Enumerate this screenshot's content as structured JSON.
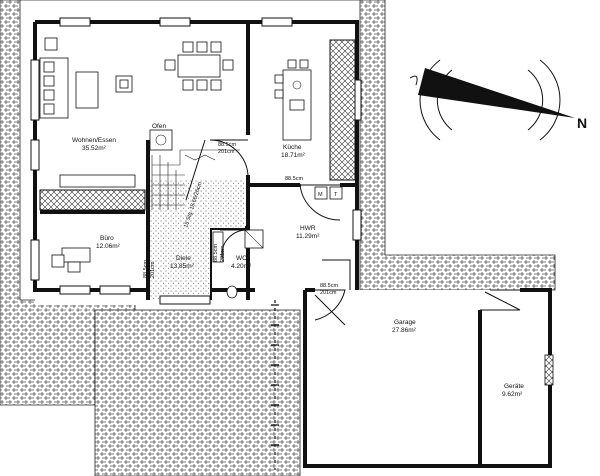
{
  "rooms": {
    "wohnen": {
      "name": "Wohnen/Essen",
      "area": "35.52m²"
    },
    "kueche": {
      "name": "Küche",
      "area": "18.71m²"
    },
    "buero": {
      "name": "Büro",
      "area": "12.06m²"
    },
    "diele": {
      "name": "Diele",
      "area": "13.85m²"
    },
    "wc": {
      "name": "WC",
      "area": "4.20m²"
    },
    "hwr": {
      "name": "HWR",
      "area": "11.29m²"
    },
    "garage": {
      "name": "Garage",
      "area": "27.86m²"
    },
    "geraete": {
      "name": "Geräte",
      "area": "9.62m²"
    }
  },
  "labels": {
    "ofen": "Ofen",
    "stairs": "15 Stg. 18.66/26cm",
    "appliance_m": "M",
    "appliance_t": "T",
    "north": "N"
  },
  "door_dims": {
    "d1": [
      "88.5cm",
      "201cm"
    ],
    "d2": [
      "88.5cm",
      "201cm"
    ],
    "d3": [
      "88.5cm",
      "201cm"
    ],
    "d4": [
      "88.5cm",
      "201cm"
    ],
    "d5": [
      "88.5cm",
      "201cm"
    ]
  },
  "colors": {
    "line": "#111111",
    "hatch": "#555555",
    "background": "#ffffff"
  }
}
